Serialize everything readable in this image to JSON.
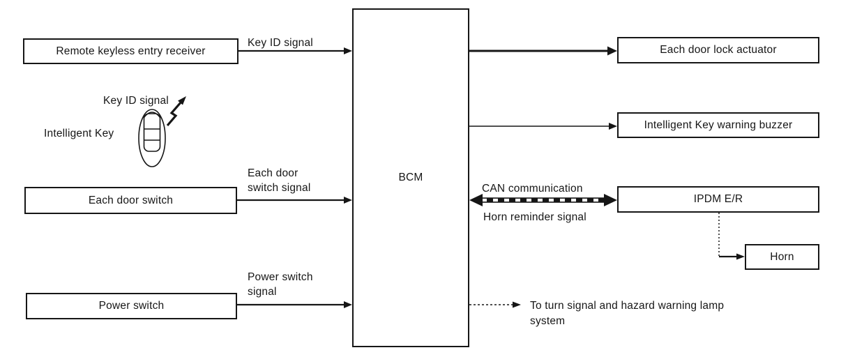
{
  "diagram": {
    "boxes": {
      "remote_keyless": "Remote keyless entry receiver",
      "each_door_switch": "Each door switch",
      "power_switch": "Power switch",
      "bcm": "BCM",
      "door_lock_actuator": "Each door lock actuator",
      "warning_buzzer": "Intelligent Key warning buzzer",
      "ipdm": "IPDM E/R",
      "horn": "Horn"
    },
    "labels": {
      "key_id_signal_top": "Key ID signal",
      "key_id_signal_fob": "Key ID signal",
      "intelligent_key": "Intelligent Key",
      "each_door_switch_signal_line1": "Each door",
      "each_door_switch_signal_line2": "switch signal",
      "power_switch_signal_line1": "Power switch",
      "power_switch_signal_line2": "signal",
      "can_communication": "CAN communication",
      "horn_reminder_signal": "Horn reminder signal",
      "to_turn_signal_line1": "To turn signal and hazard warning lamp",
      "to_turn_signal_line2": "system"
    },
    "colors": {
      "ink": "#161616",
      "background": "#ffffff"
    }
  }
}
